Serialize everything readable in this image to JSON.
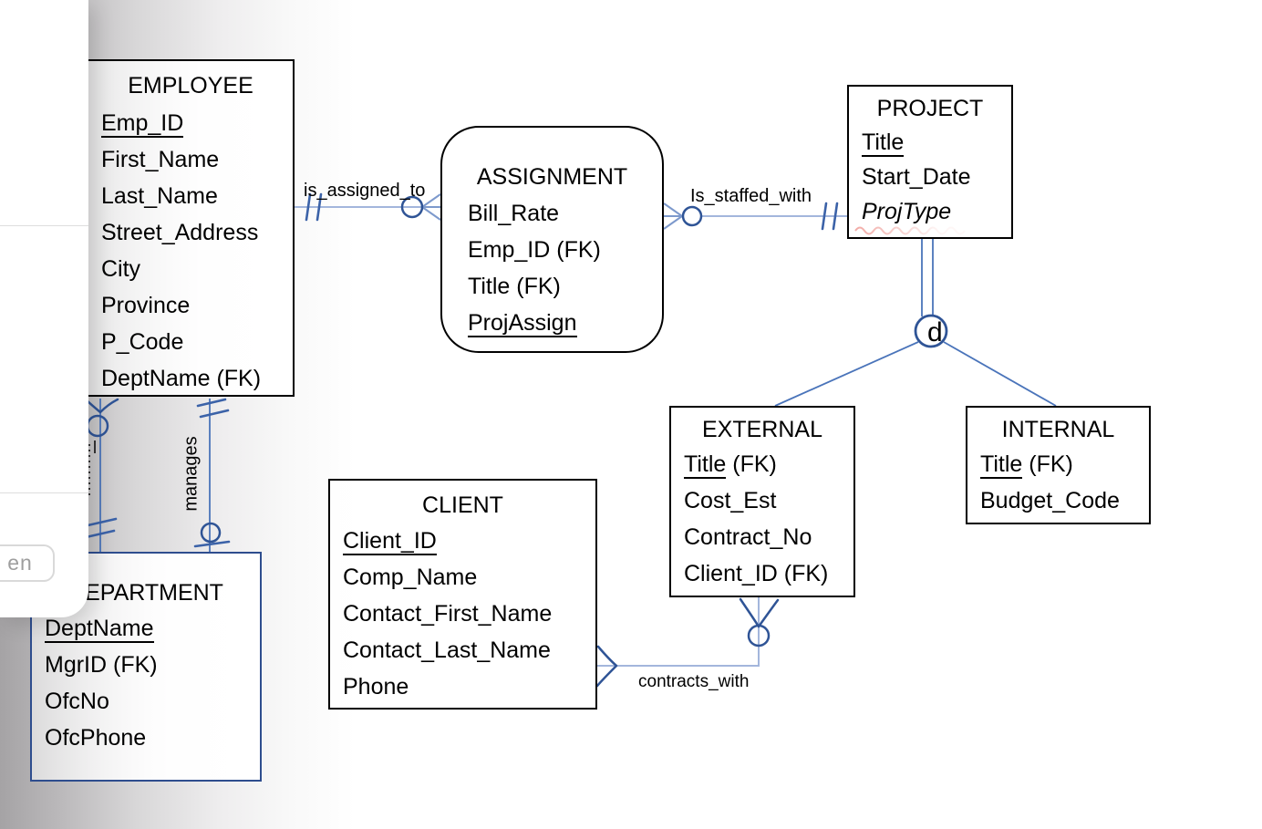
{
  "diagram": {
    "entities": {
      "employee": {
        "title": "EMPLOYEE",
        "attributes": [
          {
            "u": "Emp_ID"
          },
          {
            "t": "First_Name"
          },
          {
            "t": "Last_Name"
          },
          {
            "t": "Street_Address"
          },
          {
            "t": "City"
          },
          {
            "t": "Province"
          },
          {
            "t": "P_Code"
          },
          {
            "t": "DeptName (FK)"
          }
        ]
      },
      "assignment": {
        "title": "ASSIGNMENT",
        "attributes": [
          {
            "t": "Bill_Rate"
          },
          {
            "t": "Emp_ID (FK)"
          },
          {
            "t": "Title (FK)"
          },
          {
            "u": "ProjAssign"
          }
        ]
      },
      "project": {
        "title": "PROJECT",
        "attributes": [
          {
            "u": "Title"
          },
          {
            "t": "Start_Date"
          },
          {
            "t": "ProjType",
            "cls": "projtype"
          }
        ]
      },
      "external": {
        "title": "EXTERNAL",
        "attributes": [
          {
            "u": "Title",
            "t": " (FK)"
          },
          {
            "t": "Cost_Est"
          },
          {
            "t": "Contract_No"
          },
          {
            "t": "Client_ID (FK)"
          }
        ]
      },
      "internal": {
        "title": "INTERNAL",
        "attributes": [
          {
            "u": "Title",
            "t": " (FK)"
          },
          {
            "t": "Budget_Code"
          }
        ]
      },
      "client": {
        "title": "CLIENT",
        "attributes": [
          {
            "u": "Client_ID"
          },
          {
            "t": "Comp_Name"
          },
          {
            "t": "Contact_First_Name"
          },
          {
            "t": "Contact_Last_Name"
          },
          {
            "t": "Phone"
          }
        ]
      },
      "department": {
        "title": "DEPARTMENT",
        "attributes": [
          {
            "u": "DeptName"
          },
          {
            "t": "MgrID (FK)"
          },
          {
            "t": "OfcNo"
          },
          {
            "t": "OfcPhone"
          }
        ]
      }
    },
    "relationships": {
      "is_assigned_to": {
        "label": "is_assigned_to"
      },
      "is_staffed_with": {
        "label": "Is_staffed_with"
      },
      "manages": {
        "label": "manages"
      },
      "contracts_with": {
        "label": "contracts_with"
      }
    },
    "subtype": {
      "label": "d"
    },
    "colors": {
      "line": "#a3b6dc",
      "midline": "#4a74ba",
      "tick": "#3b62a8",
      "symbol": "#2f5496",
      "crow_foot_light": "#7d99cc",
      "department_border": "#2e4d8e",
      "spellcheck": "#e0392e"
    }
  },
  "left_panel": {
    "language_label": "en"
  }
}
